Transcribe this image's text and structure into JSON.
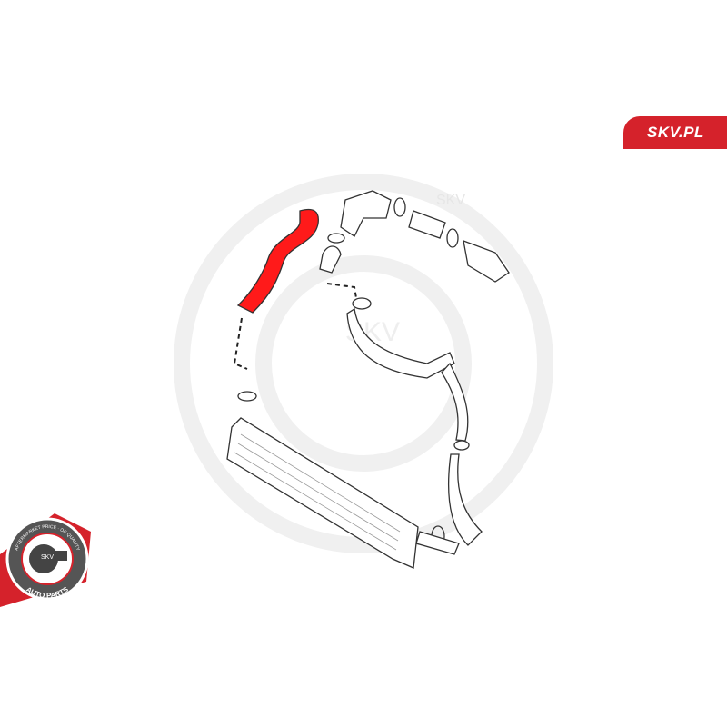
{
  "badge": {
    "text": "SKV.PL",
    "color": "#d5222b"
  },
  "logo": {
    "top_text": "AFTERMARKET PRICE · OE QUALITY",
    "center_text": "SKV",
    "bottom_text": "AUTO PARTS"
  },
  "watermark": {
    "text": "SKV"
  },
  "highlight_color": "#ff1a1a"
}
